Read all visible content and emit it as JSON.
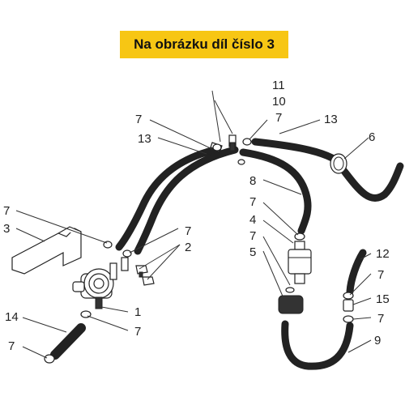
{
  "banner": {
    "text": "Na obrázku díl číslo 3",
    "color": "#f7c614"
  },
  "callouts": [
    "11",
    "10",
    "7",
    "13",
    "6",
    "7",
    "13",
    "8",
    "7",
    "4",
    "7",
    "5",
    "7",
    "3",
    "7",
    "2",
    "1",
    "12",
    "7",
    "15",
    "7",
    "9",
    "14",
    "7",
    "7"
  ]
}
